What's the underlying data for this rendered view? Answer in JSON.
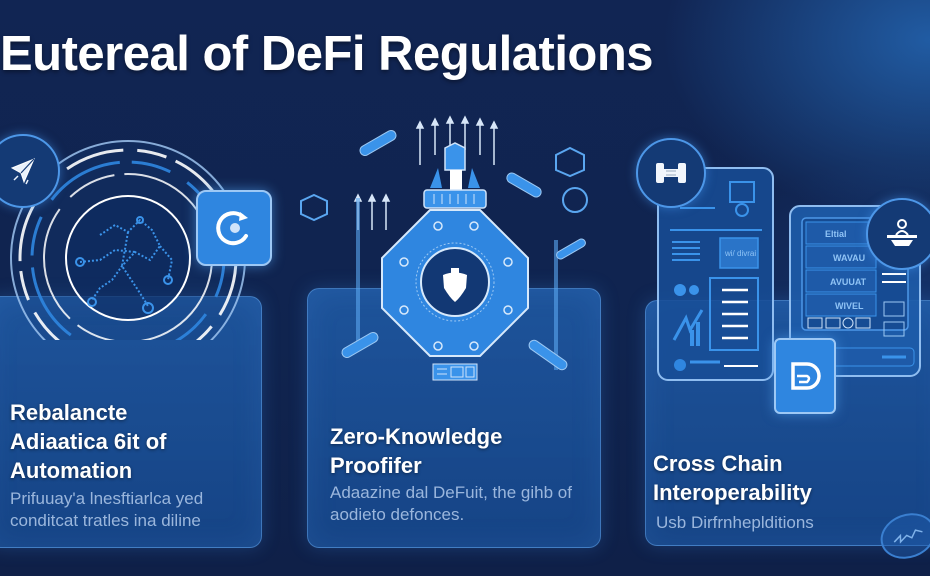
{
  "page": {
    "title": "Eutereal of DeFi Regulations"
  },
  "colors": {
    "background": "#10244f",
    "panel": "#1f5ca8",
    "accent": "#2f86e0",
    "text": "#ffffff",
    "muted_text": "#a9c3e6"
  },
  "panels": [
    {
      "id": "automation",
      "heading_lines": [
        "Rebalancte",
        "Adiaatica 6it of",
        "Automation"
      ],
      "body_lines": [
        "Prifuuay'a lnesftiarlca yed",
        "conditcat tratles ina diline"
      ],
      "icons": [
        "paper-plane-icon",
        "network-graph-icon",
        "refresh-cycle-icon"
      ]
    },
    {
      "id": "zero-knowledge",
      "heading_lines": [
        "Zero-Knowledge",
        "Proofifer"
      ],
      "body_lines": [
        "Adaazine dal DeFuit, the gihb of",
        "aodieto defonces."
      ],
      "icons": [
        "shield-icon",
        "chip-device-icon",
        "hexagon-icon",
        "key-icon"
      ]
    },
    {
      "id": "cross-chain",
      "heading_lines": [
        "Cross Chain",
        "Interoperability"
      ],
      "body_lines": [
        "Usb Dirfrnheplditions"
      ],
      "icons": [
        "bridge-link-icon",
        "bell-dish-icon",
        "document-icon",
        "seal-stamp-icon"
      ]
    }
  ],
  "device_labels": {
    "tablet_rows": [
      "Eltial",
      "WAVAU",
      "AVUUAT",
      "WIVEL"
    ],
    "phone_box": "wi/ divrai"
  }
}
